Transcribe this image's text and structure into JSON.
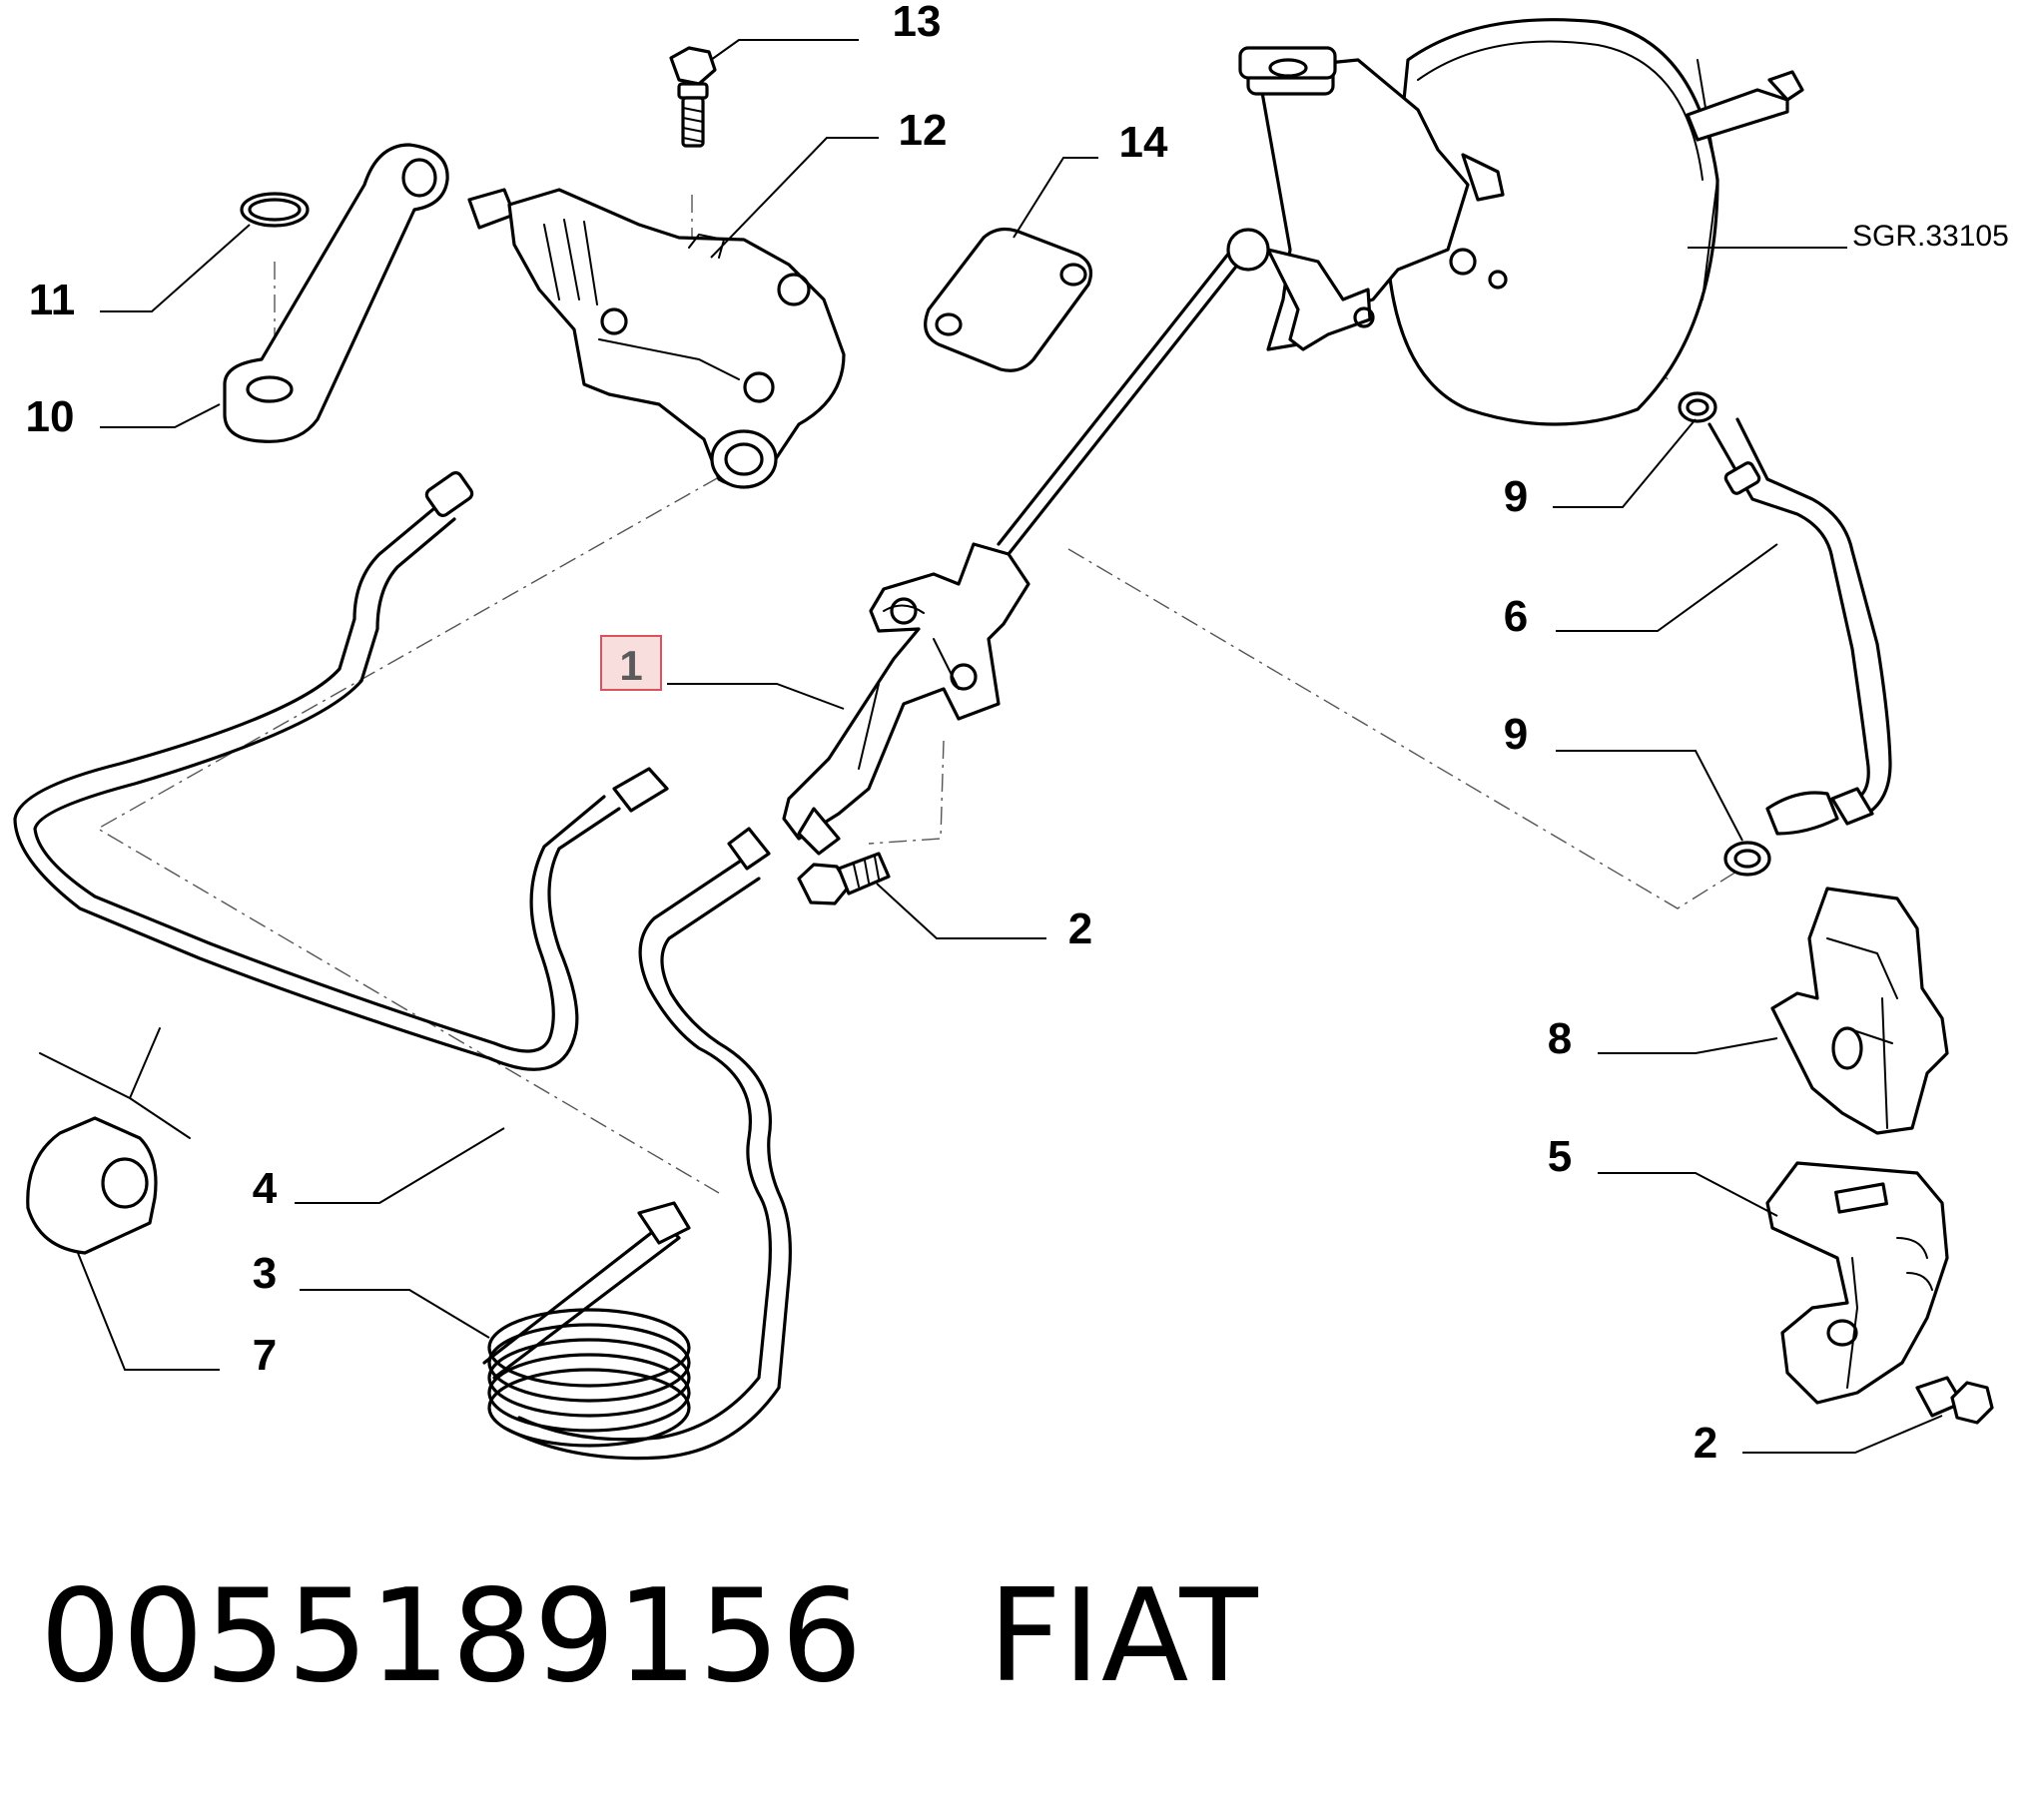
{
  "diagram": {
    "selected_callout": "1",
    "callouts": {
      "c1": "1",
      "c2a": "2",
      "c2b": "2",
      "c3": "3",
      "c4": "4",
      "c5": "5",
      "c6": "6",
      "c7": "7",
      "c8": "8",
      "c9a": "9",
      "c9b": "9",
      "c10": "10",
      "c11": "11",
      "c12": "12",
      "c13": "13",
      "c14": "14"
    },
    "reference": "SGR.33105"
  },
  "footer": {
    "part_number": "0055189156",
    "brand": "FIAT"
  },
  "colors": {
    "selection_fill": "#f9dede",
    "selection_border": "#d9535a"
  }
}
